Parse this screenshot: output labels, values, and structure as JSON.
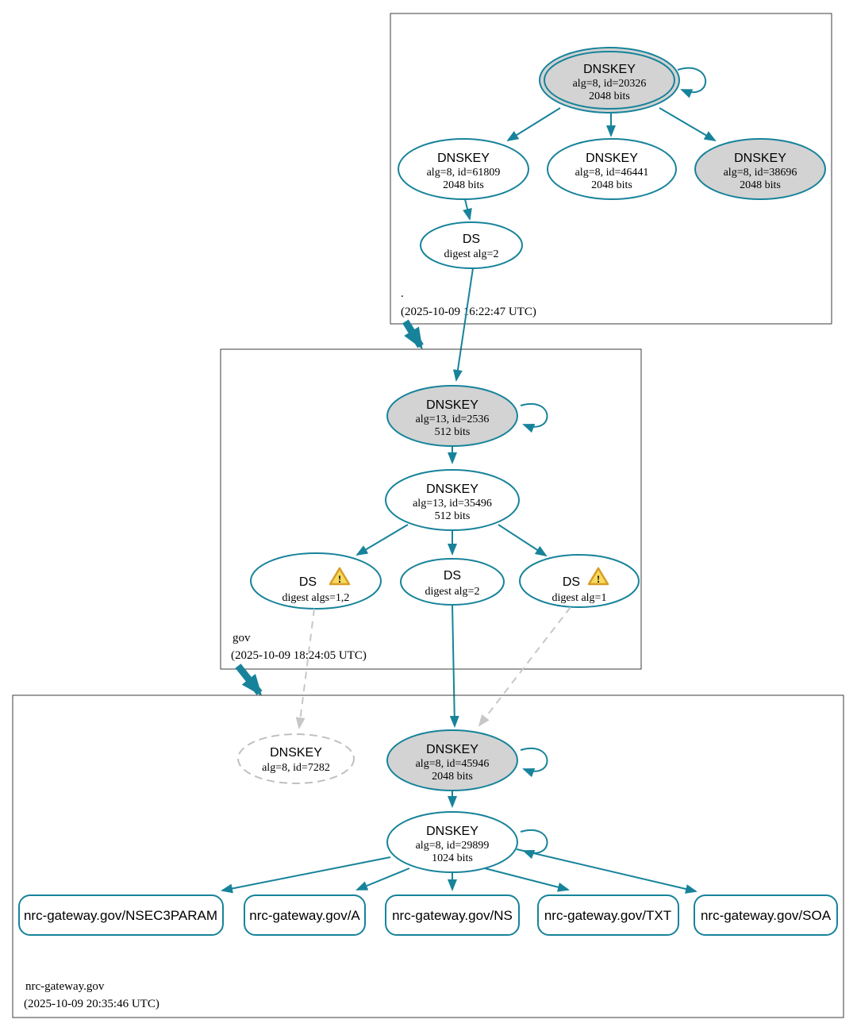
{
  "colors": {
    "edge_teal": "#17839a",
    "node_fill_gray": "#d3d3d3",
    "node_fill_white": "#ffffff",
    "dashed_gray": "#c0c0c0",
    "zone_border": "#3c3c3c",
    "warning_fill": "#f8da5c",
    "warning_border": "#d89c27"
  },
  "icons": {
    "warning_mark": "!"
  },
  "zones": {
    "root": {
      "label": ".",
      "timestamp": "(2025-10-09 16:22:47 UTC)",
      "nodes": {
        "ksk": {
          "title": "DNSKEY",
          "line1": "alg=8, id=20326",
          "line2": "2048 bits"
        },
        "zsk_61809": {
          "title": "DNSKEY",
          "line1": "alg=8, id=61809",
          "line2": "2048 bits"
        },
        "zsk_46441": {
          "title": "DNSKEY",
          "line1": "alg=8, id=46441",
          "line2": "2048 bits"
        },
        "key_38696": {
          "title": "DNSKEY",
          "line1": "alg=8, id=38696",
          "line2": "2048 bits"
        },
        "ds": {
          "title": "DS",
          "line1": "digest alg=2"
        }
      }
    },
    "gov": {
      "label": "gov",
      "timestamp": "(2025-10-09 18:24:05 UTC)",
      "nodes": {
        "ksk_2536": {
          "title": "DNSKEY",
          "line1": "alg=13, id=2536",
          "line2": "512 bits"
        },
        "zsk_35496": {
          "title": "DNSKEY",
          "line1": "alg=13, id=35496",
          "line2": "512 bits"
        },
        "ds_algs_1_2": {
          "title": "DS",
          "line1": "digest algs=1,2"
        },
        "ds_alg_2": {
          "title": "DS",
          "line1": "digest alg=2"
        },
        "ds_alg_1": {
          "title": "DS",
          "line1": "digest alg=1"
        }
      }
    },
    "nrc_gateway": {
      "label": "nrc-gateway.gov",
      "timestamp": "(2025-10-09 20:35:46 UTC)",
      "nodes": {
        "missing_7282": {
          "title": "DNSKEY",
          "line1": "alg=8, id=7282"
        },
        "ksk_45946": {
          "title": "DNSKEY",
          "line1": "alg=8, id=45946",
          "line2": "2048 bits"
        },
        "zsk_29899": {
          "title": "DNSKEY",
          "line1": "alg=8, id=29899",
          "line2": "1024 bits"
        }
      },
      "rrsets": [
        {
          "label": "nrc-gateway.gov/NSEC3PARAM"
        },
        {
          "label": "nrc-gateway.gov/A"
        },
        {
          "label": "nrc-gateway.gov/NS"
        },
        {
          "label": "nrc-gateway.gov/TXT"
        },
        {
          "label": "nrc-gateway.gov/SOA"
        }
      ]
    }
  }
}
